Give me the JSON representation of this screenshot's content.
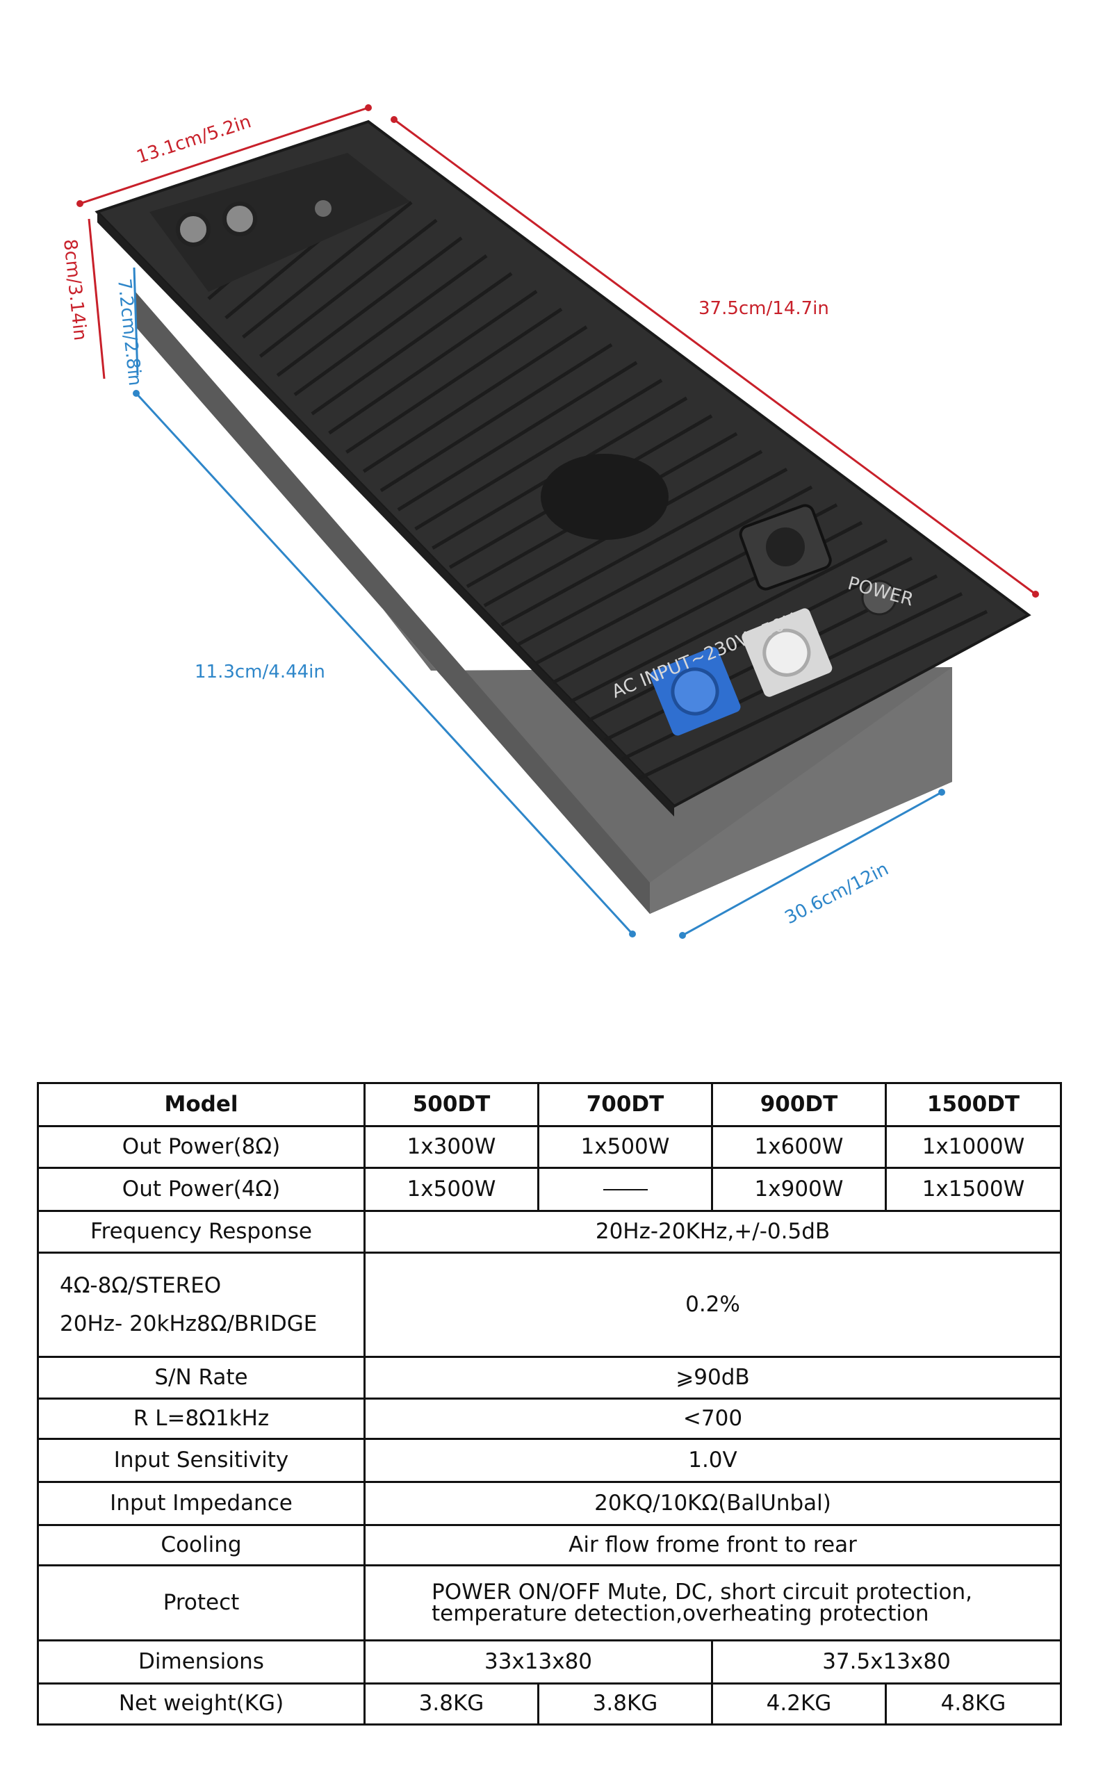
{
  "dimensions": {
    "top_width": "13.1cm/5.2in",
    "length": "37.5cm/14.7in",
    "total_height": "8cm/3.14in",
    "body_height": "7.2cm/2.8in",
    "body_width": "11.3cm/4.44in",
    "body_length": "30.6cm/12in"
  },
  "colors": {
    "dimension_red": "#c8202a",
    "dimension_blue": "#2e86c9",
    "heatsink": "#2b2b2b",
    "power_in": "#2f6fd0",
    "power_out": "#e4e4e4"
  },
  "panel_labels": {
    "ac_input": "AC INPUT~230V~50Hz",
    "power": "POWER"
  },
  "table": {
    "header": [
      "Model",
      "500DT",
      "700DT",
      "900DT",
      "1500DT"
    ],
    "out_power_8": {
      "label": "Out Power(8Ω)",
      "values": [
        "1x300W",
        "1x500W",
        "1x600W",
        "1x1000W"
      ]
    },
    "out_power_4": {
      "label": "Out Power(4Ω)",
      "values": [
        "1x500W",
        "",
        "1x900W",
        "1x1500W"
      ]
    },
    "frequency": {
      "label": "Frequency Response",
      "value": "20Hz-20KHz,+/-0.5dB"
    },
    "thd": {
      "label_line1": "4Ω-8Ω/STEREO",
      "label_line2": "20Hz- 20kHz8Ω/BRIDGE",
      "value": "0.2%"
    },
    "sn": {
      "label": "S/N Rate",
      "value": "⩾90dB"
    },
    "rl": {
      "label": "R L=8Ω1kHz",
      "value": "<700"
    },
    "sensitivity": {
      "label": "Input Sensitivity",
      "value": "1.0V"
    },
    "impedance": {
      "label": "Input Impedance",
      "value": "20KQ/10KΩ(BalUnbal)"
    },
    "cooling": {
      "label": "Cooling",
      "value": "Air flow frome front to rear"
    },
    "protect": {
      "label": "Protect",
      "line1": "POWER ON/OFF Mute, DC, short circuit protection,",
      "line2": "temperature detection,overheating protection"
    },
    "dims": {
      "label": "Dimensions",
      "value_a": "33x13x80",
      "value_b": "37.5x13x80"
    },
    "weight": {
      "label": "Net weight(KG)",
      "values": [
        "3.8KG",
        "3.8KG",
        "4.2KG",
        "4.8KG"
      ]
    }
  }
}
